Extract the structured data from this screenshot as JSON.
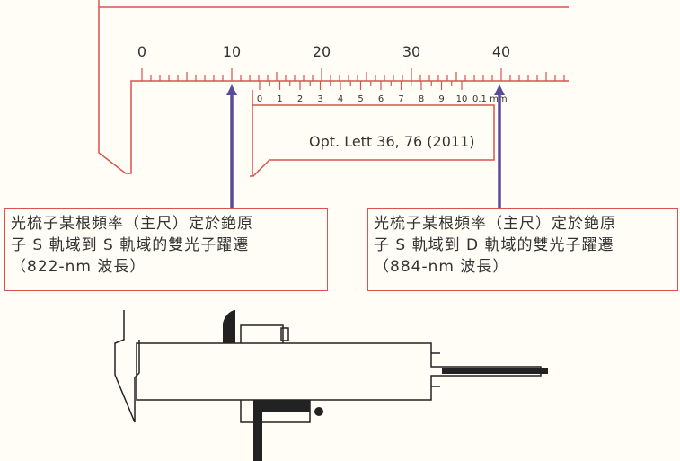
{
  "main_scale": {
    "labels": [
      "0",
      "10",
      "20",
      "30",
      "40"
    ]
  },
  "vernier_scale": {
    "labels": [
      "0",
      "1",
      "2",
      "3",
      "4",
      "5",
      "6",
      "7",
      "8",
      "9",
      "10"
    ],
    "unit_label": "0.1 mm"
  },
  "citation": "Opt. Lett 36, 76 (2011)",
  "boxes": {
    "left": {
      "line1": "光梳子某根頻率（主尺）定於銫原",
      "line2": "子 S 軌域到 S 軌域的雙光子躍遷",
      "line3": "（822-nm 波長）"
    },
    "right": {
      "line1": "光梳子某根頻率（主尺）定於銫原",
      "line2": "子 S 軌域到 D 軌域的雙光子躍遷",
      "line3": "（884-nm 波長）"
    }
  },
  "colors": {
    "outline": "#d9534f",
    "arrow": "#5a4a9a",
    "caliper": "#222222",
    "background": "#fffdf6"
  }
}
